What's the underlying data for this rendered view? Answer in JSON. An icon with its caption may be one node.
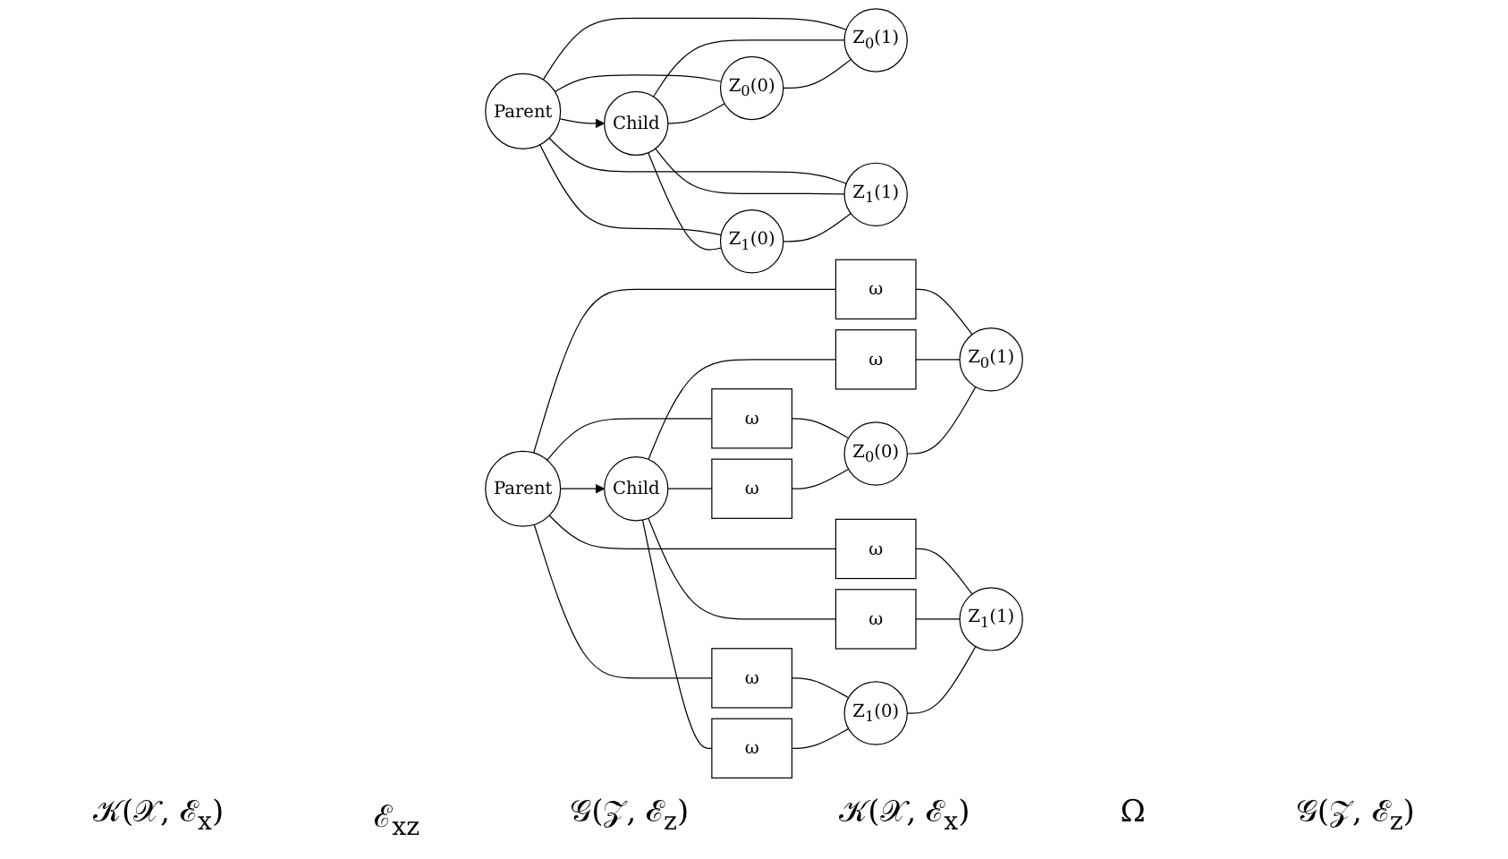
{
  "diagram": {
    "nodes": [
      {
        "text": [
          "Parent"
        ]
      },
      {
        "text": [
          "Child"
        ]
      },
      {
        "text": [
          "Z$_{0}$(0)"
        ]
      },
      {
        "text": [
          "Z$_{0}$(1)"
        ]
      },
      {
        "text": [
          "Z$_{1}$(0)"
        ]
      },
      {
        "text": [
          "Z$_{1}$(1)"
        ]
      },
      {
        "text": [
          "Parent"
        ]
      },
      {
        "text": [
          "Child"
        ]
      },
      {
        "text": [
          "ω"
        ]
      },
      {
        "text": [
          "ω"
        ]
      },
      {
        "text": [
          "ω"
        ]
      },
      {
        "text": [
          "ω"
        ]
      },
      {
        "text": [
          "ω"
        ]
      },
      {
        "text": [
          "ω"
        ]
      },
      {
        "text": [
          "ω"
        ]
      },
      {
        "text": [
          "ω"
        ]
      },
      {
        "text": [
          "Z$_{0}$(0)"
        ]
      },
      {
        "text": [
          "Z$_{0}$(1)"
        ]
      },
      {
        "text": [
          "Z$_{1}$(0)"
        ]
      },
      {
        "text": [
          "Z$_{1}$(1)"
        ]
      }
    ],
    "edges": [
      {
        "from": 0,
        "to": 1,
        "arrow": "to"
      },
      {
        "from": 0,
        "to": 2,
        "arrow": "none"
      },
      {
        "from": 0,
        "to": 3,
        "arrow": "none"
      },
      {
        "from": 0,
        "to": 4,
        "arrow": "none"
      },
      {
        "from": 0,
        "to": 5,
        "arrow": "none"
      },
      {
        "from": 1,
        "to": 2,
        "arrow": "none"
      },
      {
        "from": 1,
        "to": 3,
        "arrow": "none"
      },
      {
        "from": 1,
        "to": 4,
        "arrow": "none"
      },
      {
        "from": 1,
        "to": 5,
        "arrow": "none"
      },
      {
        "from": 2,
        "to": 3,
        "arrow": "none"
      },
      {
        "from": 4,
        "to": 5,
        "arrow": "none"
      },
      {
        "from": 6,
        "to": 7,
        "arrow": "to"
      },
      {
        "from": 6,
        "to": 8,
        "arrow": "none"
      },
      {
        "from": 6,
        "to": 9,
        "arrow": "none"
      },
      {
        "from": 6,
        "to": 10,
        "arrow": "none"
      },
      {
        "from": 6,
        "to": 11,
        "arrow": "none"
      },
      {
        "from": 7,
        "to": 12,
        "arrow": "none"
      },
      {
        "from": 7,
        "to": 13,
        "arrow": "none"
      },
      {
        "from": 7,
        "to": 14,
        "arrow": "none"
      },
      {
        "from": 7,
        "to": 15,
        "arrow": "none"
      },
      {
        "from": 8,
        "to": 16,
        "arrow": "none"
      },
      {
        "from": 9,
        "to": 17,
        "arrow": "none"
      },
      {
        "from": 10,
        "to": 18,
        "arrow": "none"
      },
      {
        "from": 11,
        "to": 19,
        "arrow": "none"
      },
      {
        "from": 12,
        "to": 16,
        "arrow": "none"
      },
      {
        "from": 13,
        "to": 17,
        "arrow": "none"
      },
      {
        "from": 14,
        "to": 18,
        "arrow": "none"
      },
      {
        "from": 15,
        "to": 19,
        "arrow": "none"
      },
      {
        "from": 16,
        "to": 17,
        "arrow": "none"
      },
      {
        "from": 18,
        "to": 19,
        "arrow": "none"
      }
    ],
    "labels": [
      "𝒦(𝒳, ℰ$_{x}$)",
      "ℰ$_{xz}$",
      "𝒢(𝒵, ℰ$_{z}$)",
      "𝒦(𝒳, ℰ$_{x}$)",
      "Ω",
      "𝒢(𝒵, ℰ$_{z}$)"
    ]
  }
}
